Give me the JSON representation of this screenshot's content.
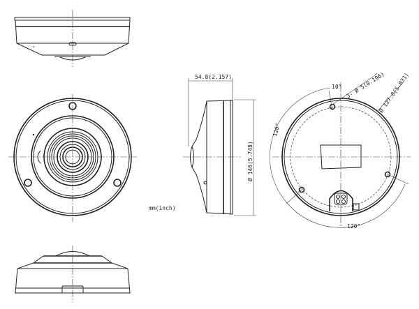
{
  "units_note": "mm(inch)",
  "dimensions": {
    "depth": "54.8(2.157)",
    "diameter": "Ø 146(5.748)",
    "hole_angle": "10°",
    "holes": "3- Ø 5(0.196)",
    "hole_circle": "Ø 127.8(5.031)",
    "angle_left": "120°",
    "angle_bottom": "120°"
  }
}
